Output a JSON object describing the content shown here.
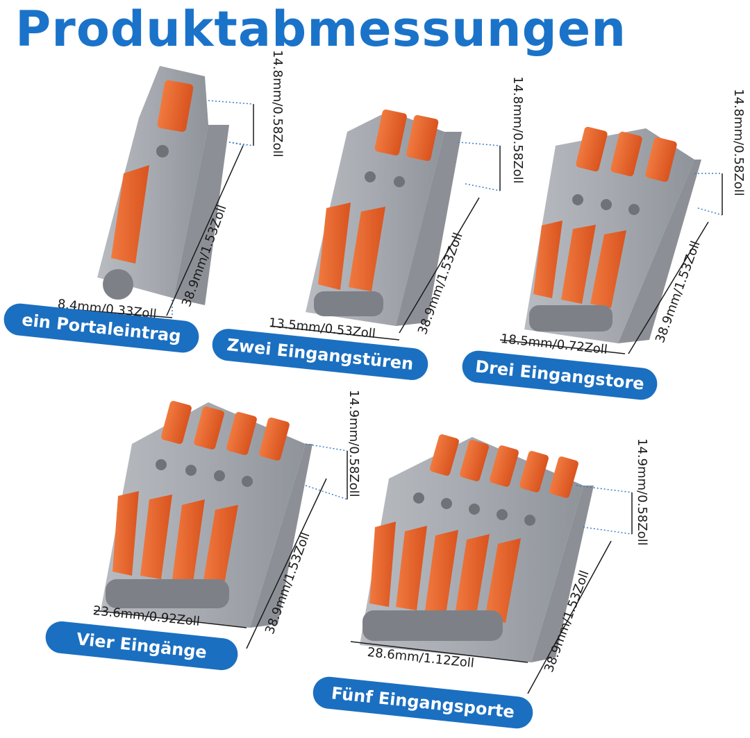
{
  "title": "Produktabmessungen",
  "colors": {
    "accent": "#1b6fc0",
    "title": "#1a73c9",
    "housing": "#a9adb2",
    "lever": "#e8612b"
  },
  "products": [
    {
      "label": "ein Portaleintrag",
      "height_top": "14.8mm/0.58Zoll",
      "length": "38.9mm/1.53Zoll",
      "width": "8.4mm/0.33Zoll",
      "ports": 1
    },
    {
      "label": "Zwei Eingangstüren",
      "height_top": "14.8mm/0.58Zoll",
      "length": "38.9mm/1.53Zoll",
      "width": "13.5mm/0.53Zoll",
      "ports": 2
    },
    {
      "label": "Drei Eingangstore",
      "height_top": "14.8mm/0.58Zoll",
      "length": "38.9mm/1.53Zoll",
      "width": "18.5mm/0.72Zoll",
      "ports": 3
    },
    {
      "label": "Vier Eingänge",
      "height_top": "14.9mm/0.58Zoll",
      "length": "38.9mm/1.53Zoll",
      "width": "23.6mm/0.92Zoll",
      "ports": 4
    },
    {
      "label": "Fünf Eingangsporte",
      "height_top": "14.9mm/0.58Zoll",
      "length": "38.9mm/1.53Zoll",
      "width": "28.6mm/1.12Zoll",
      "ports": 5
    }
  ]
}
